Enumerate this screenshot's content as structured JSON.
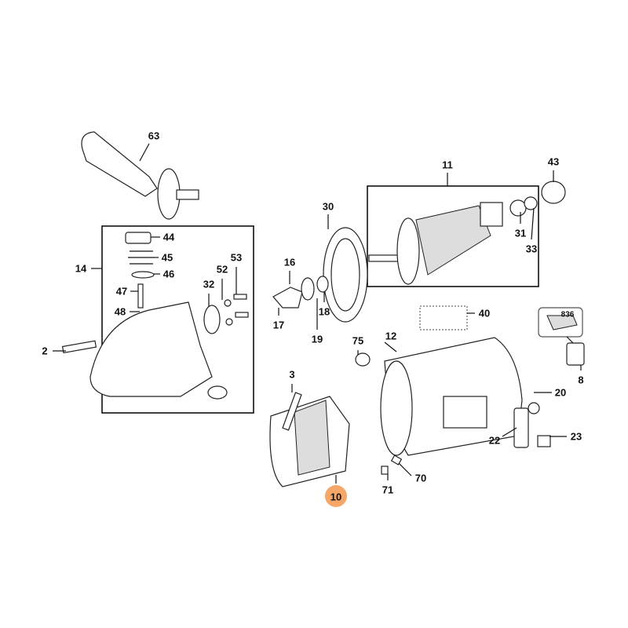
{
  "diagram": {
    "title": "Exploded parts diagram",
    "highlight_color": "#f5a76a",
    "callouts": {
      "c63": "63",
      "c11": "11",
      "c43": "43",
      "c30": "30",
      "c44": "44",
      "c45": "45",
      "c46": "46",
      "c53": "53",
      "c52": "52",
      "c32": "32",
      "c14": "14",
      "c47": "47",
      "c48": "48",
      "c16": "16",
      "c17": "17",
      "c18": "18",
      "c19": "19",
      "c31": "31",
      "c33": "33",
      "c40": "40",
      "c836": "836",
      "c8": "8",
      "c2": "2",
      "c75": "75",
      "c12": "12",
      "c3": "3",
      "c20": "20",
      "c22": "22",
      "c23": "23",
      "c70": "70",
      "c71": "71",
      "c10": "10"
    }
  }
}
